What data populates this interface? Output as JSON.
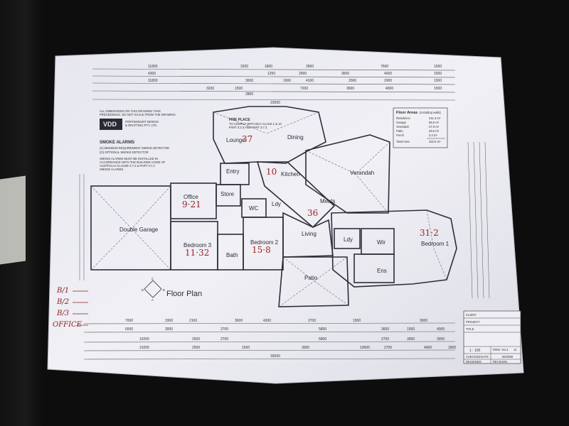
{
  "company": {
    "logo": "VDD",
    "name_lines": [
      "PORTSMOUNT DESIGN",
      "& DRAFTING PTY. LTD."
    ]
  },
  "notes": {
    "dimension_note": [
      "ALL DIMENSIONS ON THIS DRAWING TAKE",
      "PRECEDENCE. DO NOT SCALE FROM THE DRAWING."
    ],
    "smoke_title": "SMOKE ALARMS",
    "smoke_items": [
      "(S) MINIMUM REQUIREMENT SMOKE DETECTOR",
      "(O) OPTIONAL SMOKE DETECTOR"
    ],
    "smoke_text": [
      "SMOKE ALARMS MUST BE INSTALLED IN",
      "ACCORDANCE WITH THE BUILDING CODE OF",
      "AUSTRALIA CLAUSE 3.7.2 & PART 3.7.2",
      "SMOKE ALARMS"
    ]
  },
  "fireplace": {
    "title": "FIRE PLACE",
    "lines": [
      "TO COMPLY WITH BCA CLASS 1 & 10",
      "PART 3.3.3 AND PART 3.7.3"
    ]
  },
  "floor_areas": {
    "title": "Floor Areas",
    "subtitle": "(including walls)",
    "rows": [
      {
        "label": "Residence",
        "value": "211.3 m²"
      },
      {
        "label": "Garage",
        "value": "55.5 m²"
      },
      {
        "label": "Verandah",
        "value": "27.0 m²"
      },
      {
        "label": "Patio",
        "value": "25.5 m²"
      },
      {
        "label": "Porch",
        "value": "3.2 m²"
      }
    ],
    "total_label": "Total Area",
    "total_value": "322.5 m²"
  },
  "rooms": {
    "lounge": "Lounge",
    "dining": "Dining",
    "entry": "Entry",
    "kitchen": "Kitchen",
    "verandah": "Verandah",
    "office": "Office",
    "store": "Store",
    "wc": "WC",
    "ldy": "Ldy",
    "meals": "Meals",
    "living": "Living",
    "double_garage": "Double Garage",
    "bedroom3": "Bedroom 3",
    "bath": "Bath",
    "bedroom2": "Bedroom 2",
    "patio": "Patio",
    "bedroom1": "Bedroom 1",
    "ens": "Ens",
    "wir": "Wir",
    "ldy2": "Ldy"
  },
  "annotations": {
    "lounge": "37",
    "kitchen": "10",
    "meals": "36",
    "office": "9·21",
    "bedroom3": "11·32",
    "bedroom2": "15·8",
    "bedroom1": "31·2"
  },
  "title_block": {
    "heading": "Floor Plan",
    "compass": [
      "C",
      "D",
      "A",
      "B"
    ],
    "fields": [
      "CLIENT",
      "PROJECT",
      "TITLE"
    ],
    "scale": "1 : 100",
    "dwg_label": "DWG. No.",
    "dwg_value": "3",
    "of_value": "11",
    "checked": "CHECKED",
    "date_label": "DATE",
    "job_value": "95/2059",
    "designed": "DESIGNED",
    "revision": "REVISION"
  },
  "handwritten": {
    "items": [
      "B/1",
      "B/2",
      "B/3",
      "OFFICE"
    ]
  },
  "dims": {
    "top1": [
      "11800",
      "3200",
      "1800",
      "2800",
      "7500",
      "1500"
    ],
    "top2": [
      "4300",
      "1250",
      "2900",
      "3600",
      "4000",
      "1500"
    ],
    "top3": [
      "11800",
      "3600",
      "1900",
      "4100",
      "2000",
      "2000",
      "1500"
    ],
    "top4": [
      "3200",
      "1500",
      "2800",
      "7200",
      "3600",
      "4000",
      "1500"
    ],
    "total_top": "23000",
    "bottom1": [
      "7000",
      "3300",
      "2100",
      "3600",
      "4300",
      "2700",
      "1900",
      "3000"
    ],
    "bottom2": [
      "6000",
      "3000",
      "2700",
      "5800",
      "3600",
      "1500",
      "4000"
    ],
    "bottom3": [
      "10200",
      "2500",
      "2700",
      "5800",
      "2700",
      "3900",
      "3000"
    ],
    "bottom4": [
      "10200",
      "2500",
      "1500",
      "3000",
      "10600",
      "2700",
      "4000",
      "1800"
    ],
    "total_bottom": "33000"
  }
}
